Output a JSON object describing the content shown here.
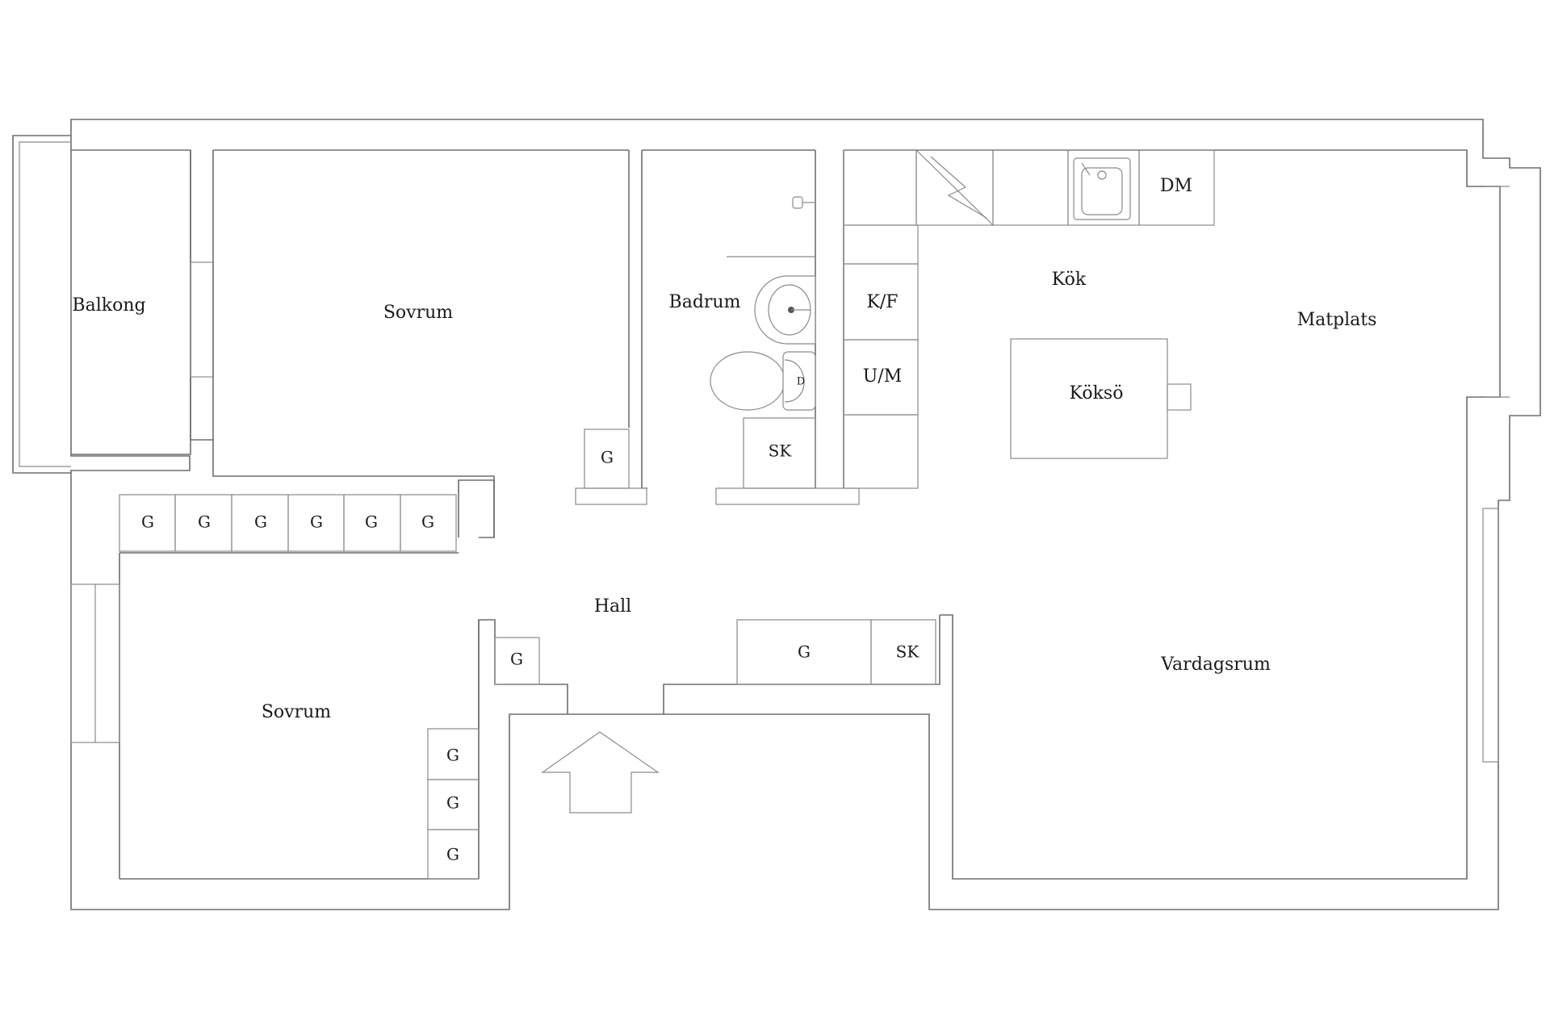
{
  "rooms": {
    "balkong": "Balkong",
    "sovrum_top": "Sovrum",
    "badrum": "Badrum",
    "kok": "Kök",
    "matplats": "Matplats",
    "koksö": "Köksö",
    "hall": "Hall",
    "sovrum_bottom": "Sovrum",
    "vardagsrum": "Vardagsrum"
  },
  "fixtures": {
    "dm": "DM",
    "kf": "K/F",
    "um": "U/M",
    "sk_bath": "SK",
    "sk_hall": "SK",
    "g_bedroom_top": "G",
    "g_row": [
      "G",
      "G",
      "G",
      "G",
      "G",
      "G"
    ],
    "g_hall_small": "G",
    "g_hall_wide": "G",
    "g_bedroom_bottom": [
      "G",
      "G",
      "G"
    ]
  },
  "colors": {
    "line": "#6e6e6e",
    "text": "#1a1a1a",
    "background": "#ffffff"
  },
  "icons": {
    "entrance": "entrance-arrow-icon",
    "stove": "stove-icon",
    "sink": "kitchen-sink-icon",
    "washbasin": "washbasin-icon",
    "toilet": "toilet-icon",
    "shower": "shower-head-icon"
  }
}
